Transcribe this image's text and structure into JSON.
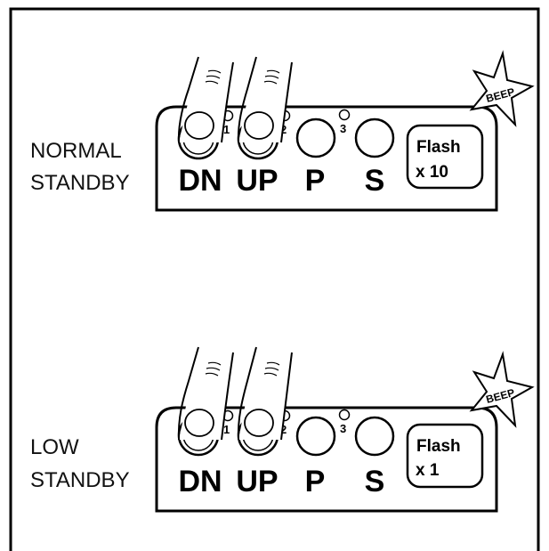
{
  "panels": [
    {
      "label_line1": "NORMAL",
      "label_line2": "STANDBY",
      "flash_line1": "Flash",
      "flash_line2": "x 10",
      "beep": "BEEP"
    },
    {
      "label_line1": "LOW",
      "label_line2": "STANDBY",
      "flash_line1": "Flash",
      "flash_line2": "x 1",
      "beep": "BEEP"
    }
  ],
  "keys": {
    "dn": "DN",
    "up": "UP",
    "p": "P",
    "s": "S"
  },
  "leds": {
    "led1": "1",
    "led2": "2",
    "led3": "3"
  },
  "colors": {
    "ink": "#000000",
    "background": "#ffffff"
  }
}
